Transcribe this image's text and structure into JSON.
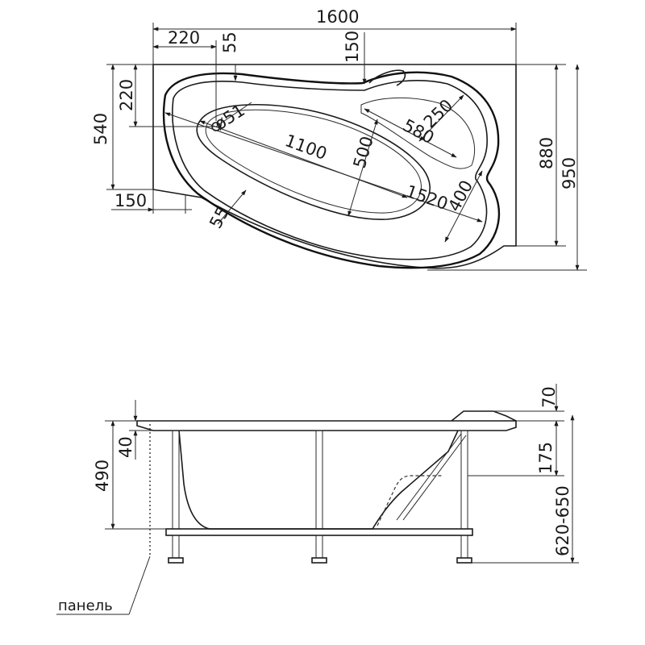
{
  "top_view": {
    "overall_length": "1600",
    "left_offset": "220",
    "overflow_offset": "55",
    "rim_offset_top": "150",
    "left_height": "540",
    "overflow_vertical": "220",
    "drain_diameter": "ø51",
    "left_step": "150",
    "rim_width": "55",
    "inner_length": "1100",
    "inner_width": "500",
    "diagonal_length": "1520",
    "seat_width": "580",
    "seat_depth": "250",
    "right_width": "400",
    "depth_inner": "880",
    "overall_width": "950"
  },
  "side_view": {
    "overall_height": "490",
    "rim_thickness": "40",
    "headrest_height": "70",
    "apron_offset": "175",
    "adjustable_height": "620-650",
    "panel_label": "панель"
  }
}
